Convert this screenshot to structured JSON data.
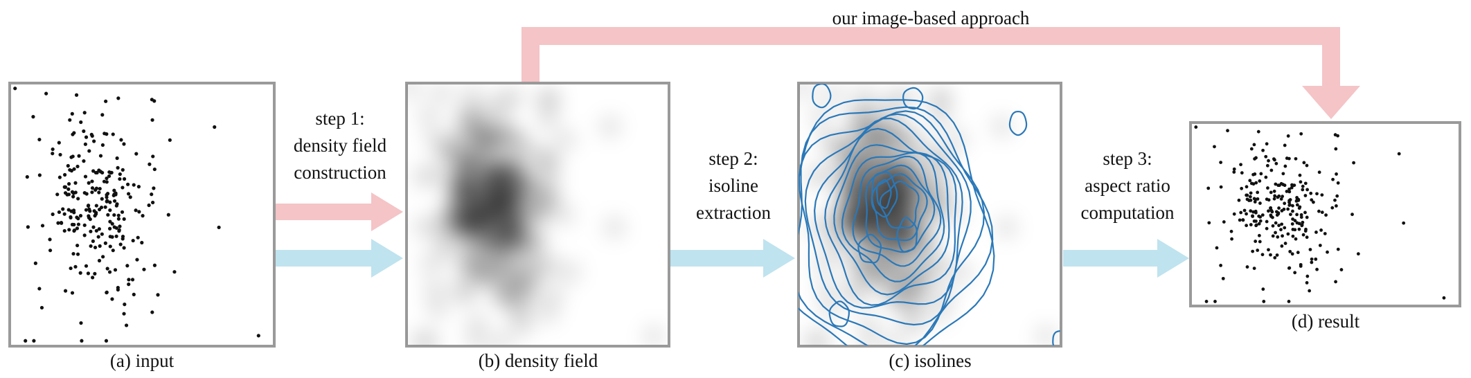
{
  "top_label": "our image-based approach",
  "steps": [
    {
      "line1": "step 1:",
      "line2": "density field",
      "line3": "construction"
    },
    {
      "line1": "step 2:",
      "line2": "isoline",
      "line3": "extraction"
    },
    {
      "line1": "step 3:",
      "line2": "aspect ratio",
      "line3": "computation"
    }
  ],
  "captions": {
    "a": "(a) input",
    "b": "(b) density field",
    "c": "(c) isolines",
    "d": "(d) result"
  },
  "colors": {
    "pink_arrow": "#f4c4c7",
    "blue_arrow": "#bfe3ef",
    "frame": "#9a9a9a",
    "isoline": "#2a78b8",
    "dot": "#111111"
  },
  "icons": {
    "image_approach_arrow": "bent-arrow-icon",
    "pink_step_arrow": "arrow-right-icon",
    "blue_step_arrow": "arrow-right-icon"
  }
}
